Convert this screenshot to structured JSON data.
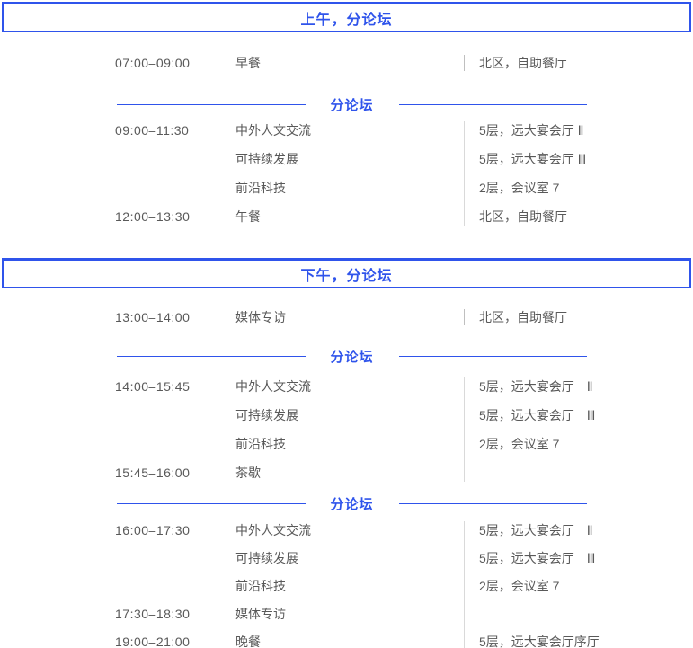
{
  "page": {
    "background": "#ffffff",
    "accent_blue": "#2F54EB",
    "text_gray": "#595959",
    "bar_gray": "#d9d9d9"
  },
  "sections": [
    {
      "header": "上午，分论坛",
      "blocks": [
        {
          "rows": [
            {
              "time": "07:00–09:00",
              "event": "早餐",
              "location": "北区，自助餐厅"
            }
          ]
        },
        {
          "label": "分论坛"
        },
        {
          "rows": [
            {
              "time": "09:00–11:30",
              "event": "中外人文交流",
              "location": "5层，远大宴会厅 Ⅱ"
            },
            {
              "time": "",
              "event": "可持续发展",
              "location": "5层，远大宴会厅 Ⅲ"
            },
            {
              "time": "",
              "event": "前沿科技",
              "location": "2层，会议室 7"
            },
            {
              "time": "12:00–13:30",
              "event": "午餐",
              "location": "北区，自助餐厅"
            }
          ]
        }
      ]
    },
    {
      "header": "下午，分论坛",
      "blocks": [
        {
          "rows": [
            {
              "time": "13:00–14:00",
              "event": "媒体专访",
              "location": "北区，自助餐厅"
            }
          ]
        },
        {
          "label": "分论坛"
        },
        {
          "rows": [
            {
              "time": "14:00–15:45",
              "event": "中外人文交流",
              "location": "5层，远大宴会厅　Ⅱ"
            },
            {
              "time": "",
              "event": "可持续发展",
              "location": "5层，远大宴会厅　Ⅲ"
            },
            {
              "time": "",
              "event": "前沿科技",
              "location": "2层，会议室 7"
            },
            {
              "time": "15:45–16:00",
              "event": "茶歇",
              "location": ""
            }
          ]
        },
        {
          "label": "分论坛"
        },
        {
          "rows": [
            {
              "time": "16:00–17:30",
              "event": "中外人文交流",
              "location": "5层，远大宴会厅　Ⅱ"
            },
            {
              "time": "",
              "event": "可持续发展",
              "location": "5层，远大宴会厅　Ⅲ"
            },
            {
              "time": "",
              "event": "前沿科技",
              "location": "2层，会议室 7"
            },
            {
              "time": "17:30–18:30",
              "event": "媒体专访",
              "location": ""
            },
            {
              "time": "19:00–21:00",
              "event": "晚餐",
              "location": "5层，远大宴会厅序厅"
            }
          ]
        }
      ]
    }
  ]
}
